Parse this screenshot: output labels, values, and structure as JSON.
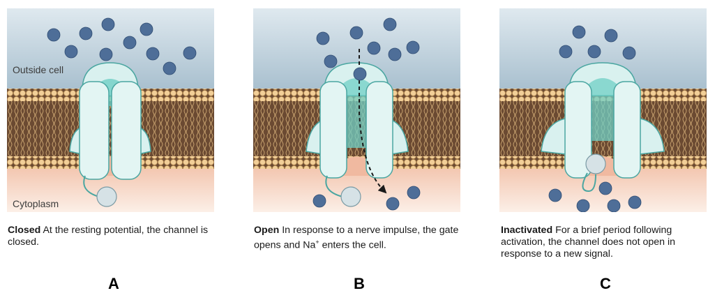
{
  "panels": [
    {
      "id": "A",
      "state": "closed",
      "outside_label": "Outside cell",
      "cytoplasm_label": "Cytoplasm",
      "caption_title": "Closed",
      "caption_text": " At the resting potential, the channel is closed.",
      "letter": "A"
    },
    {
      "id": "B",
      "state": "open",
      "caption_title": "Open",
      "caption_text_a": " In response to a nerve impulse, the gate opens and Na",
      "caption_sup": "+",
      "caption_text_b": " enters the cell.",
      "letter": "B"
    },
    {
      "id": "C",
      "state": "inactivated",
      "caption_title": "Inactivated",
      "caption_text": " For a brief period following activation, the channel does not open in response to a new signal.",
      "letter": "C"
    }
  ],
  "colors": {
    "outside": "#a9c0cf",
    "outside_top": "#d7e3ea",
    "membrane": "#6b4a32",
    "head": "#f2cf98",
    "cytoplasm": "#f6d2bf",
    "channel": "#d9f1ef",
    "channel_stroke": "#4aa6a1",
    "channel_inner": "#6fcfc6",
    "ion": "#4e6e98",
    "gate": "#d6e2e6"
  }
}
